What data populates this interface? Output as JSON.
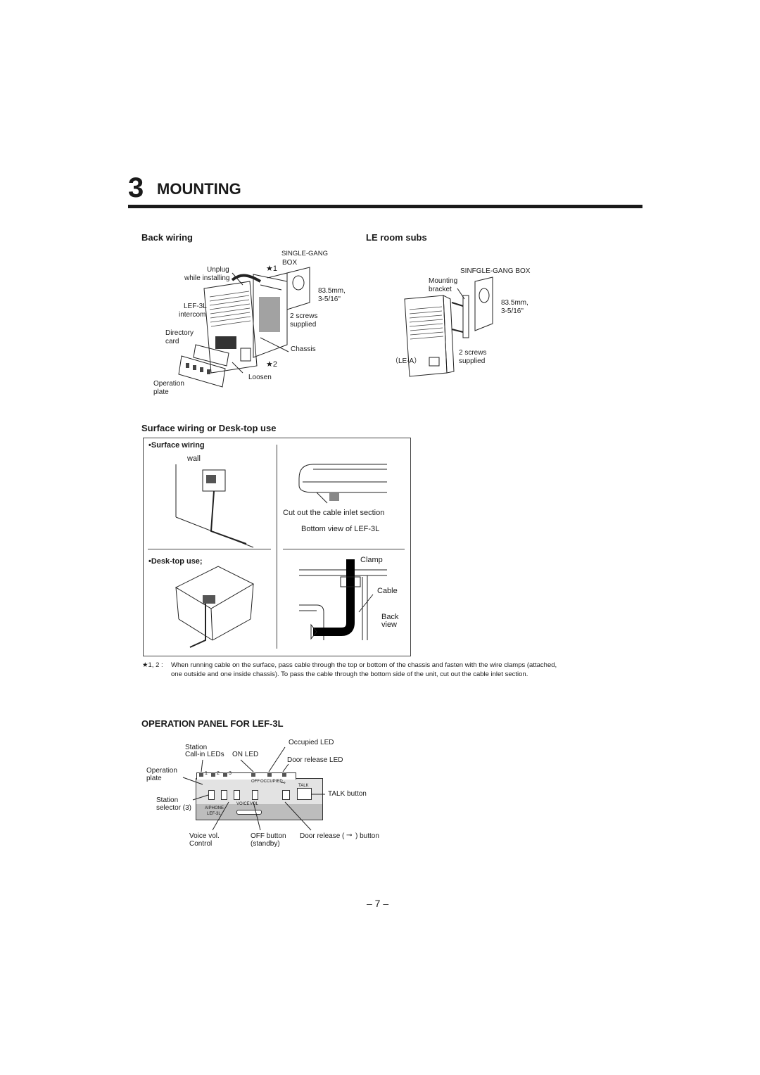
{
  "header": {
    "number": "3",
    "title": "MOUNTING"
  },
  "back_wiring": {
    "heading": "Back wiring",
    "labels": {
      "single_gang_1": "SINGLE-GANG",
      "single_gang_2": "BOX",
      "star1": "★1",
      "unplug_1": "Unplug",
      "unplug_2": "while installing",
      "dim_1": "83.5mm,",
      "dim_2": "3-5/16\"",
      "lef_1": "LEF-3L",
      "lef_2": "intercom",
      "screws_1": "2 screws",
      "screws_2": "supplied",
      "directory_1": "Directory",
      "directory_2": "card",
      "chassis": "Chassis",
      "star2": "★2",
      "loosen": "Loosen",
      "operation_1": "Operation",
      "operation_2": "plate"
    }
  },
  "le_room_subs": {
    "heading": "LE room subs",
    "labels": {
      "box": "SINFGLE-GANG BOX",
      "mounting_1": "Mounting",
      "mounting_2": "bracket",
      "dim_1": "83.5mm,",
      "dim_2": "3-5/16\"",
      "screws_1": "2 screws",
      "screws_2": "supplied",
      "model": "（LE-A）"
    }
  },
  "surface_section": {
    "heading": "Surface wiring or Desk-top use",
    "surface_wiring": "•Surface wiring",
    "wall": "wall",
    "cut_out": "Cut out the cable inlet section",
    "bottom_view": "Bottom view of LEF-3L",
    "desk_top": "•Desk-top use;",
    "clamp": "Clamp",
    "cable": "Cable",
    "back_1": "Back",
    "back_2": "view"
  },
  "footnote": {
    "marker": "★1, 2 :",
    "line1": "When running cable on the surface, pass cable through the top or bottom of the chassis and fasten with the wire clamps (attached,",
    "line2": "one outside and one inside chassis). To pass the cable through the bottom side of the unit, cut out the cable inlet section."
  },
  "operation_panel": {
    "heading": "OPERATION PANEL FOR LEF-3L",
    "labels": {
      "occupied_led": "Occupied LED",
      "station_1": "Station",
      "station_2": "Call-in LEDs",
      "on_led": "ON LED",
      "door_release_led": "Door release LED",
      "operation_1": "Operation",
      "operation_2": "plate",
      "station_selector_1": "Station",
      "station_selector_2": "selector (3)",
      "talk_button": "TALK button",
      "voice_vol_1": "Voice vol.",
      "voice_vol_2": "Control",
      "off_button_1": "OFF button",
      "off_button_2": "(standby)",
      "door_release_button_a": "Door release (",
      "door_release_button_b": ") button"
    },
    "panel_text": {
      "n1": "1",
      "n2": "2",
      "n3": "3",
      "off": "OFF",
      "occupied": "OCCUPIED",
      "talk": "TALK",
      "voice": "VOICE",
      "vol": "VOL",
      "brand": "AIPHONE",
      "model": "LEF-3L"
    }
  },
  "page_number": "– 7 –"
}
